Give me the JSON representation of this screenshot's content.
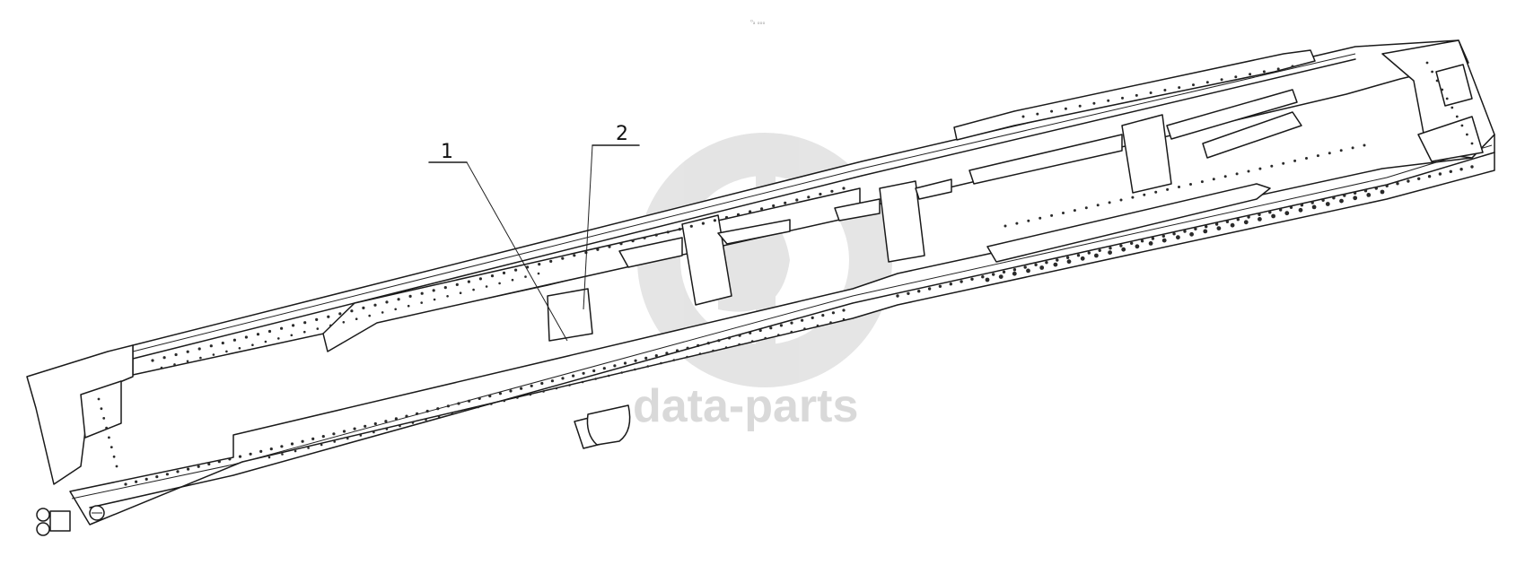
{
  "header": {
    "corner_mark": "⁰ₐ ₒₒₒ"
  },
  "callouts": [
    {
      "label": "1"
    },
    {
      "label": "2"
    }
  ],
  "watermark": {
    "text": "data-parts",
    "color": "#d0d0d0"
  },
  "colors": {
    "line": "#1a1a1a",
    "background": "#ffffff"
  }
}
